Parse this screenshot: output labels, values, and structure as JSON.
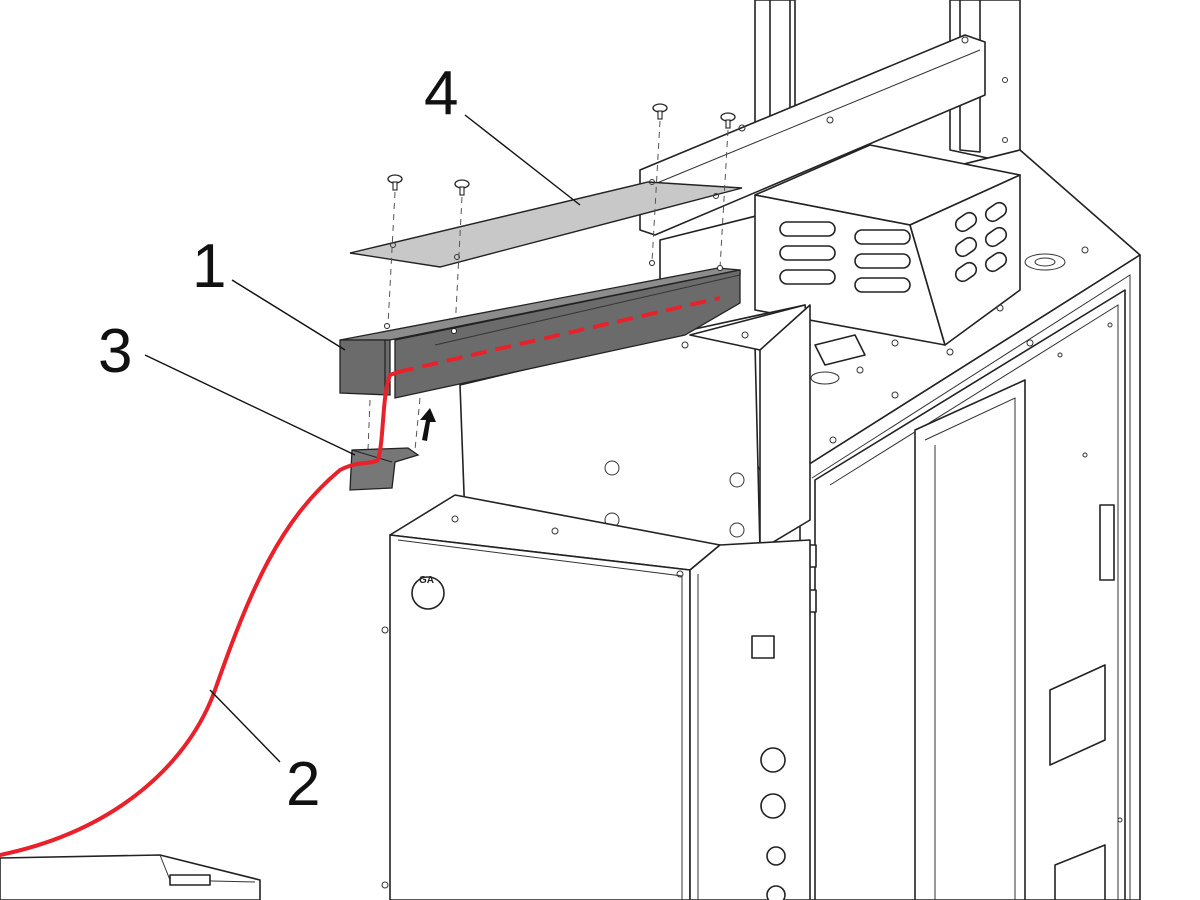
{
  "colors": {
    "background": "#ffffff",
    "line": "#222222",
    "cable": "#e8212b",
    "channel": "#6b6b6b",
    "cover_plate": "#c8c8c8",
    "bracket": "#777777"
  },
  "callouts": [
    {
      "id": "1",
      "label": "1",
      "part": "cable-channel"
    },
    {
      "id": "2",
      "label": "2",
      "part": "power-cable"
    },
    {
      "id": "3",
      "label": "3",
      "part": "cable-clamp-bracket"
    },
    {
      "id": "4",
      "label": "4",
      "part": "cover-plate"
    }
  ],
  "markings": {
    "badge_text": "GA"
  }
}
